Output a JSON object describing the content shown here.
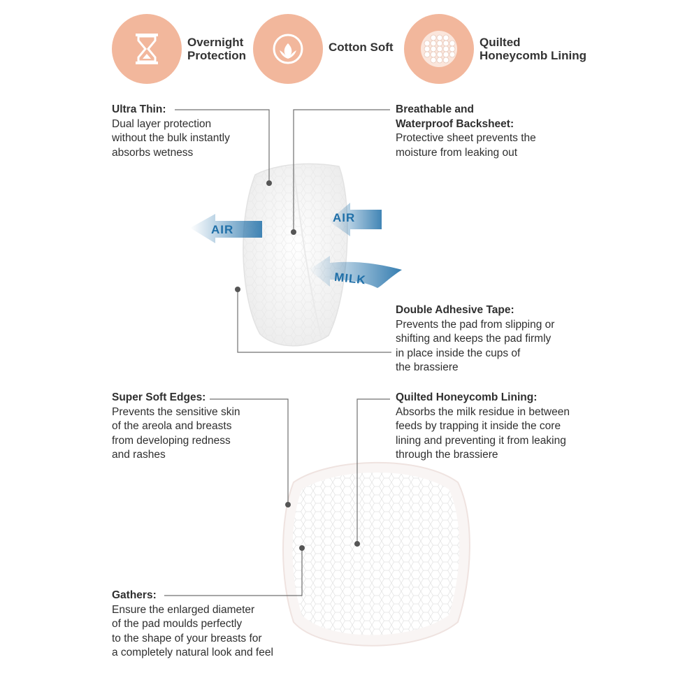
{
  "features": [
    {
      "label": "Overnight\nProtection",
      "icon": "hourglass-icon"
    },
    {
      "label": "Cotton Soft",
      "icon": "cotton-icon"
    },
    {
      "label": "Quilted\nHoneycomb Lining",
      "icon": "honeycomb-icon"
    }
  ],
  "callouts": {
    "ultra_thin": {
      "title": "Ultra Thin:",
      "text": "Dual layer protection\nwithout the bulk instantly\nabsorbs wetness"
    },
    "breathable": {
      "title": "Breathable and\nWaterproof Backsheet:",
      "text": "Protective sheet prevents the\nmoisture from leaking out"
    },
    "adhesive": {
      "title": "Double Adhesive Tape:",
      "text": "Prevents the pad from slipping or\nshifting and keeps the pad firmly\nin place inside the cups of\nthe brassiere"
    },
    "soft_edges": {
      "title": "Super Soft Edges:",
      "text": "Prevents the sensitive skin\nof the areola and breasts\nfrom developing redness\nand rashes"
    },
    "honeycomb": {
      "title": "Quilted Honeycomb Lining:",
      "text": "Absorbs the milk residue in between\nfeeds by trapping it inside the core\nlining and preventing it from leaking\nthrough the brassiere"
    },
    "gathers": {
      "title": "Gathers:",
      "text": "Ensure the enlarged diameter\nof the pad moulds perfectly\nto the shape of your breasts for\na completely natural look and feel"
    }
  },
  "arrows": {
    "air_left": "AIR",
    "air_right": "AIR",
    "milk": "MILK"
  },
  "colors": {
    "badge": "#f2b79c",
    "arrow": "#1f6fa8",
    "line": "#6b6b6b"
  }
}
